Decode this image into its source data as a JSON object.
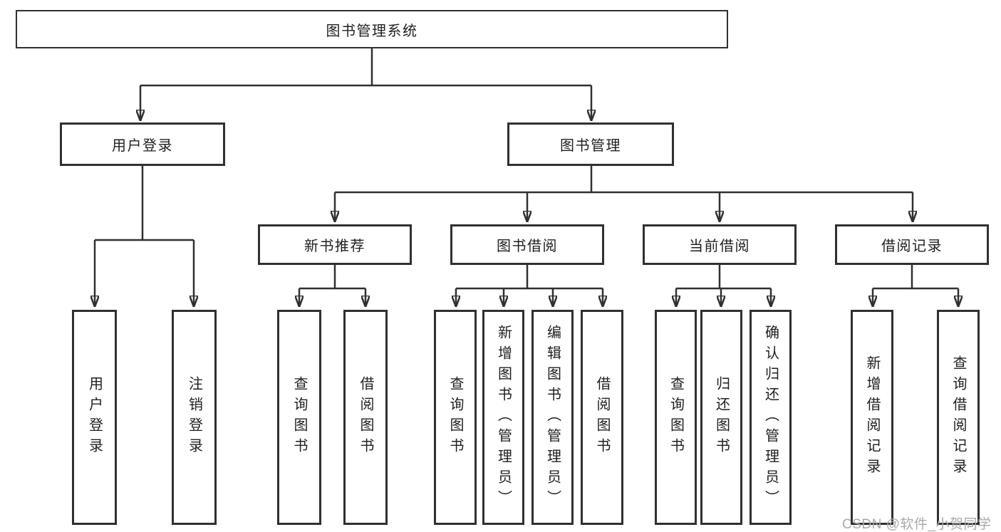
{
  "diagram": {
    "tree": {
      "root": {
        "label": "图书管理系统"
      },
      "children": [
        {
          "label": "用户登录",
          "children": [
            {
              "label": "用户登录"
            },
            {
              "label": "注销登录"
            }
          ]
        },
        {
          "label": "图书管理",
          "children": [
            {
              "label": "新书推荐",
              "children": [
                {
                  "label": "查询图书"
                },
                {
                  "label": "借阅图书"
                }
              ]
            },
            {
              "label": "图书借阅",
              "children": [
                {
                  "label": "查询图书"
                },
                {
                  "label": "新增图书（管理员）"
                },
                {
                  "label": "编辑图书（管理员）"
                },
                {
                  "label": "借阅图书"
                }
              ]
            },
            {
              "label": "当前借阅",
              "children": [
                {
                  "label": "查询图书"
                },
                {
                  "label": "归还图书"
                },
                {
                  "label": "确认归还（管理员）"
                }
              ]
            },
            {
              "label": "借阅记录",
              "children": [
                {
                  "label": "新增借阅记录"
                },
                {
                  "label": "查询借阅记录"
                }
              ]
            }
          ]
        }
      ]
    }
  },
  "watermark": "CSDN @软件_小贺同学",
  "colors": {
    "line": "#303030",
    "text": "#1f1f1f",
    "wm": "#a9a9a9"
  }
}
